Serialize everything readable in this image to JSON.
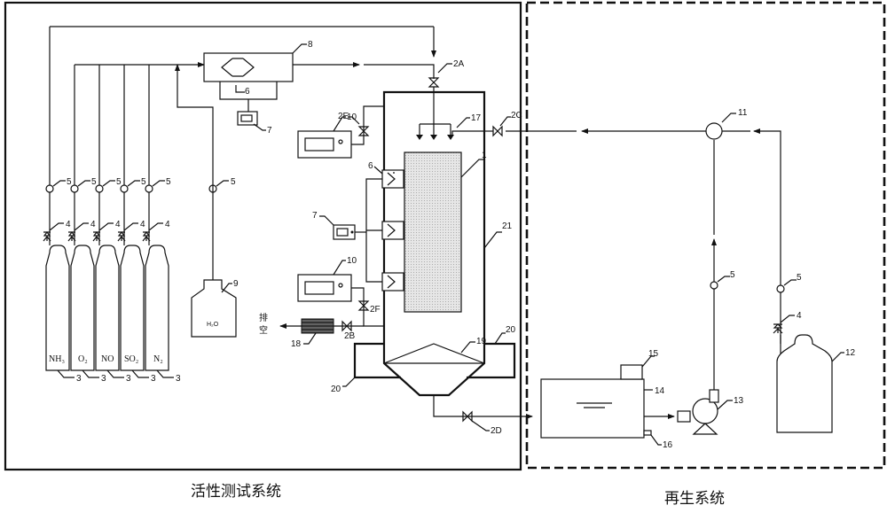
{
  "captions": {
    "activity_system": "活性测试系统",
    "regen_system": "再生系统"
  },
  "gases": [
    "NH₃",
    "O₂",
    "NO",
    "SO₂",
    "N₂"
  ],
  "water_label": "H₂O",
  "exhaust_label": [
    "排",
    "空"
  ],
  "labels": {
    "n1": "1",
    "n2A": "2A",
    "n2B": "2B",
    "n2C": "2C",
    "n2D": "2D",
    "n2E": "2E",
    "n2F": "2F",
    "n3": "3",
    "n4": "4",
    "n5": "5",
    "n6": "6",
    "n7": "7",
    "n8": "8",
    "n9": "9",
    "n10": "10",
    "n11": "11",
    "n12": "12",
    "n13": "13",
    "n14": "14",
    "n15": "15",
    "n16": "16",
    "n17": "17",
    "n18": "18",
    "n19": "19",
    "n20": "20",
    "n21": "21"
  }
}
